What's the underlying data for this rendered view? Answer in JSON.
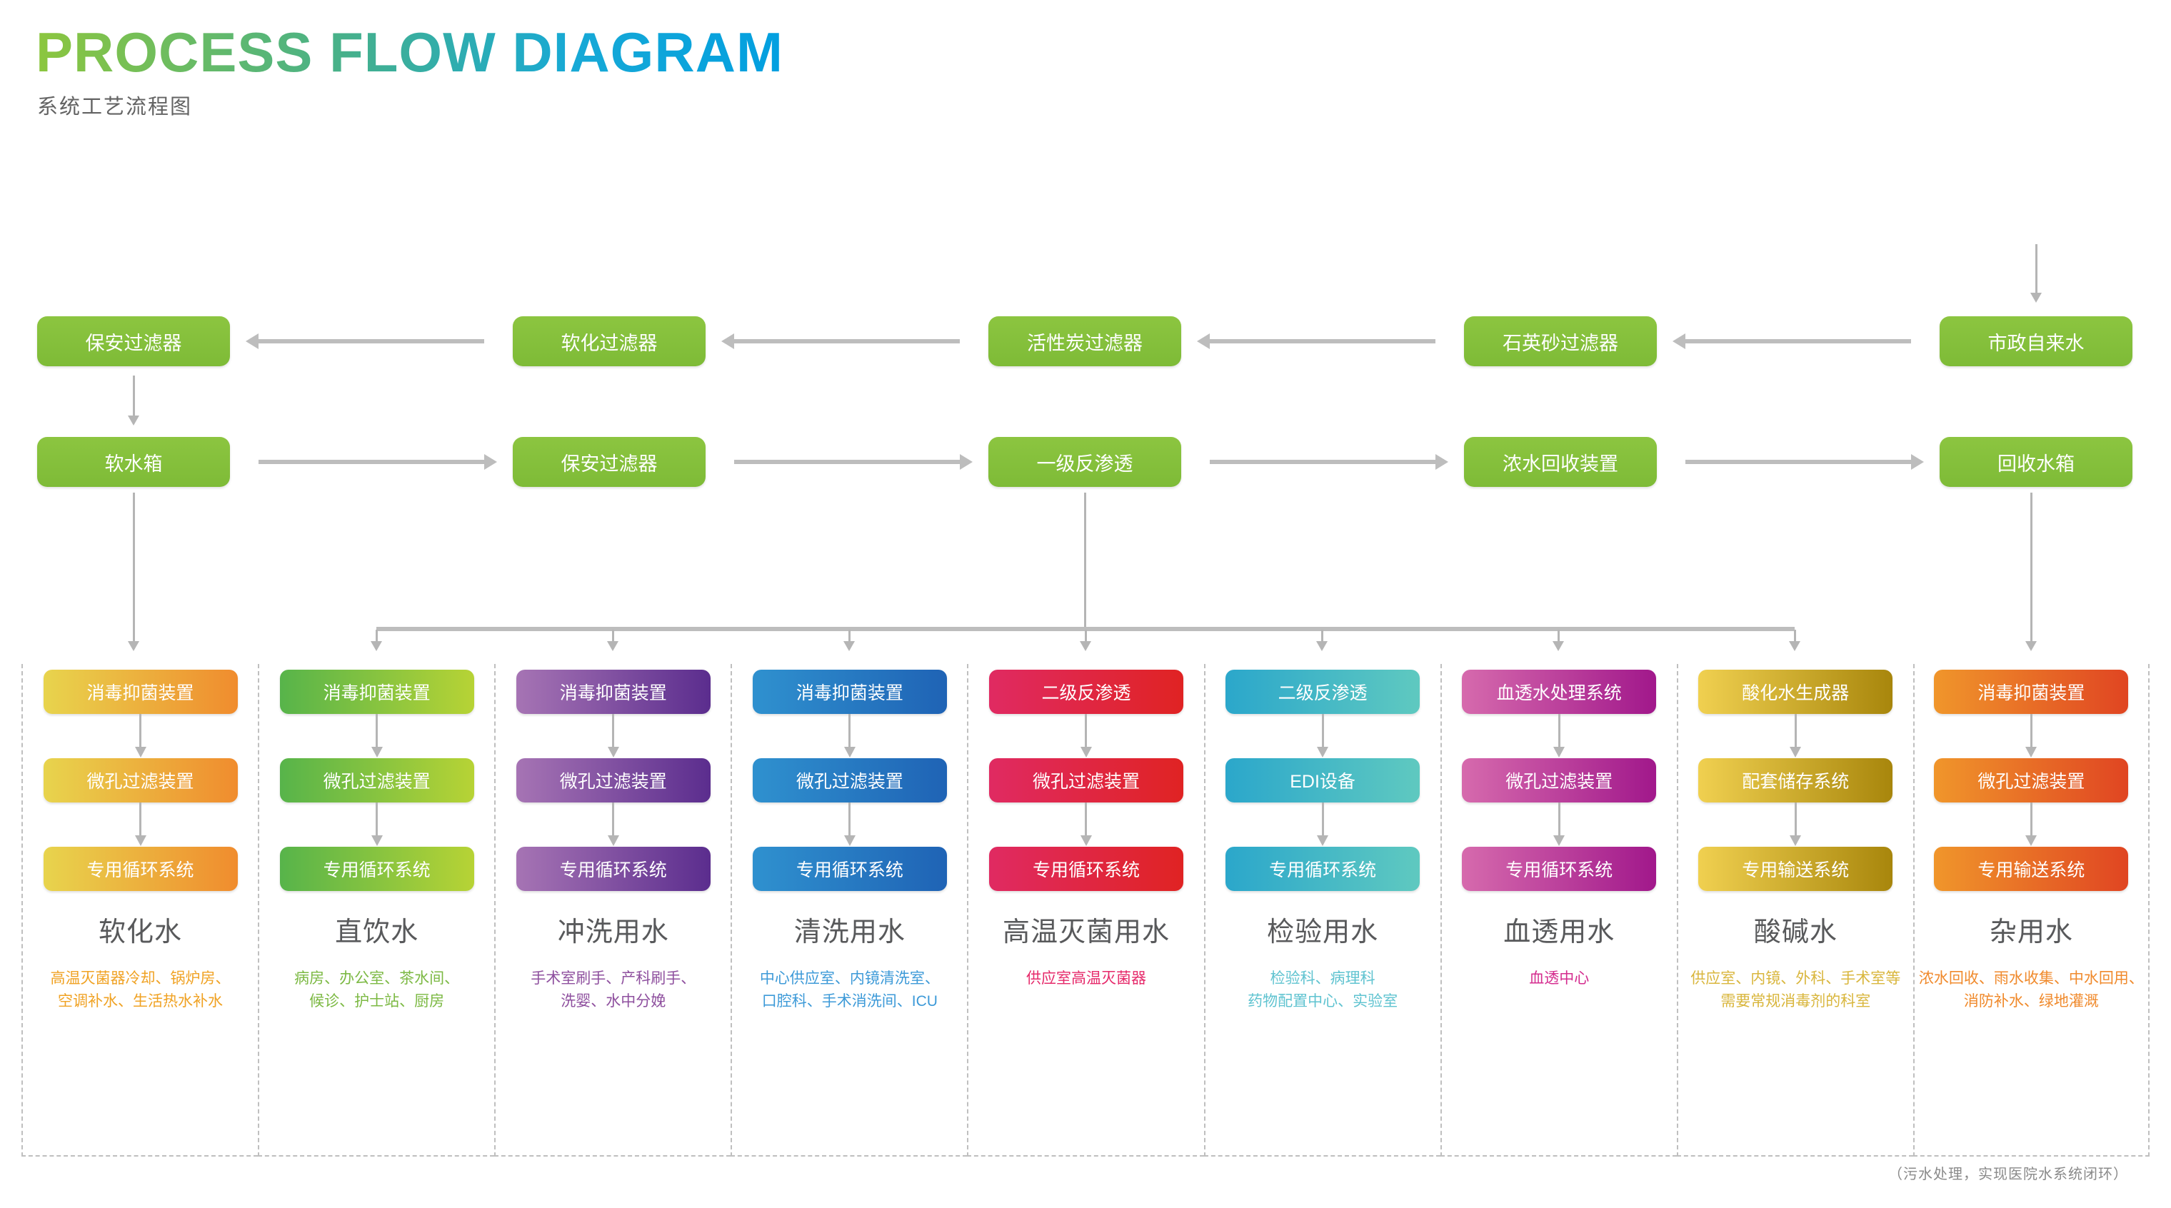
{
  "header": {
    "title": "PROCESS FLOW DIAGRAM",
    "subtitle": "系统工艺流程图"
  },
  "pretreatment": {
    "row1": [
      {
        "label": "保安过滤器"
      },
      {
        "label": "软化过滤器"
      },
      {
        "label": "活性炭过滤器"
      },
      {
        "label": "石英砂过滤器"
      },
      {
        "label": "市政自来水"
      }
    ],
    "row2": [
      {
        "label": "软水箱"
      },
      {
        "label": "保安过滤器"
      },
      {
        "label": "一级反渗透"
      },
      {
        "label": "浓水回收装置"
      },
      {
        "label": "回收水箱"
      }
    ]
  },
  "columns": [
    {
      "name": "软化水",
      "steps": [
        "消毒抑菌装置",
        "微孔过滤装置",
        "专用循环系统"
      ],
      "desc": "高温灭菌器冷却、锅炉房、\n空调补水、生活热水补水",
      "desc_color": "#f0a223",
      "grad_from": "#e8d44d",
      "grad_to": "#f08c2e"
    },
    {
      "name": "直饮水",
      "steps": [
        "消毒抑菌装置",
        "微孔过滤装置",
        "专用循环系统"
      ],
      "desc": "病房、办公室、茶水间、\n候诊、护士站、厨房",
      "desc_color": "#7cb943",
      "grad_from": "#57b44a",
      "grad_to": "#b7d335"
    },
    {
      "name": "冲洗用水",
      "steps": [
        "消毒抑菌装置",
        "微孔过滤装置",
        "专用循环系统"
      ],
      "desc": "手术室刷手、产科刷手、\n洗婴、水中分娩",
      "desc_color": "#8e4f9e",
      "grad_from": "#a674b4",
      "grad_to": "#5b2d8e"
    },
    {
      "name": "清洗用水",
      "steps": [
        "消毒抑菌装置",
        "微孔过滤装置",
        "专用循环系统"
      ],
      "desc": "中心供应室、内镜清洗室、\n口腔科、手术消洗间、ICU",
      "desc_color": "#3d9ad8",
      "grad_from": "#2f91cf",
      "grad_to": "#1f63b5"
    },
    {
      "name": "高温灭菌用水",
      "steps": [
        "二级反渗透",
        "微孔过滤装置",
        "专用循环系统"
      ],
      "desc": "供应室高温灭菌器",
      "desc_color": "#e6296a",
      "grad_from": "#e02a62",
      "grad_to": "#e02323"
    },
    {
      "name": "检验用水",
      "steps": [
        "二级反渗透",
        "EDI设备",
        "专用循环系统"
      ],
      "desc": "检验科、病理科\n药物配置中心、实验室",
      "desc_color": "#5fc3d0",
      "grad_from": "#2ba7cb",
      "grad_to": "#5fc9c0"
    },
    {
      "name": "血透用水",
      "steps": [
        "血透水处理系统",
        "微孔过滤装置",
        "专用循环系统"
      ],
      "desc": "血透中心",
      "desc_color": "#d42b8e",
      "grad_from": "#d66aad",
      "grad_to": "#a1188b"
    },
    {
      "name": "酸碱水",
      "steps": [
        "酸化水生成器",
        "配套储存系统",
        "专用输送系统"
      ],
      "desc": "供应室、内镜、外科、手术室等\n需要常规消毒剂的科室",
      "desc_color": "#d9b63c",
      "grad_from": "#f0d050",
      "grad_to": "#a8860c"
    },
    {
      "name": "杂用水",
      "steps": [
        "消毒抑菌装置",
        "微孔过滤装置",
        "专用输送系统"
      ],
      "desc": "浓水回收、雨水收集、中水回用、\n消防补水、绿地灌溉",
      "desc_color": "#f08a2c",
      "grad_from": "#f0962b",
      "grad_to": "#e04522"
    }
  ],
  "footnote": "（污水处理，实现医院水系统闭环）"
}
